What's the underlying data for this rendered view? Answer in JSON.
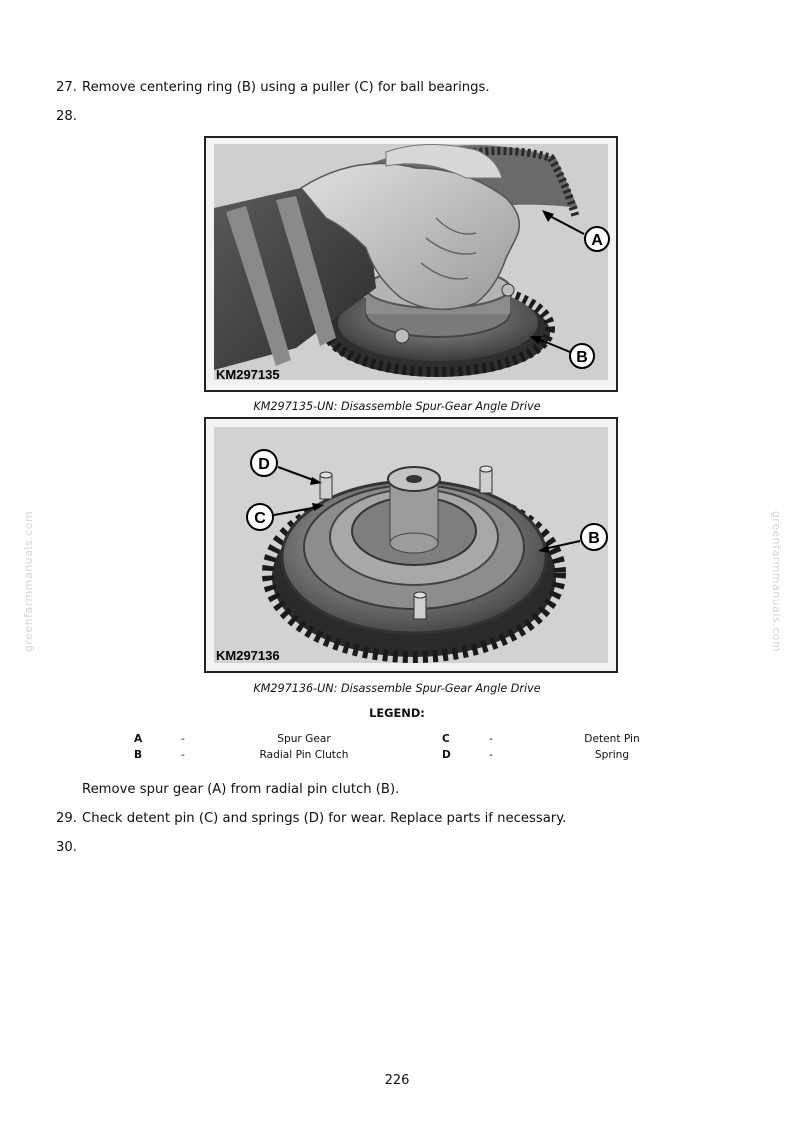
{
  "steps": {
    "s27": {
      "num": "27.",
      "text": "Remove centering ring (B) using a puller (C) for ball bearings."
    },
    "s28": {
      "num": "28.",
      "text": ""
    },
    "remove_spur": {
      "text": "Remove spur gear (A) from radial pin clutch (B)."
    },
    "s29": {
      "num": "29.",
      "text": "Check detent pin (C) and springs (D) for wear. Replace parts if necessary."
    },
    "s30": {
      "num": "30.",
      "text": ""
    }
  },
  "figures": [
    {
      "code": "KM297135",
      "caption": "KM297135-UN: Disassemble Spur-Gear Angle Drive",
      "callouts": [
        "A",
        "B"
      ]
    },
    {
      "code": "KM297136",
      "caption": "KM297136-UN: Disassemble Spur-Gear Angle Drive",
      "callouts": [
        "D",
        "C",
        "B"
      ]
    }
  ],
  "legend": {
    "title": "LEGEND:",
    "items": [
      {
        "key": "A",
        "dash": "-",
        "label": "Spur Gear"
      },
      {
        "key": "B",
        "dash": "-",
        "label": "Radial Pin Clutch"
      },
      {
        "key": "C",
        "dash": "-",
        "label": "Detent Pin"
      },
      {
        "key": "D",
        "dash": "-",
        "label": "Spring"
      }
    ]
  },
  "watermark": "greenfarmmanuals.com",
  "page_number": "226"
}
